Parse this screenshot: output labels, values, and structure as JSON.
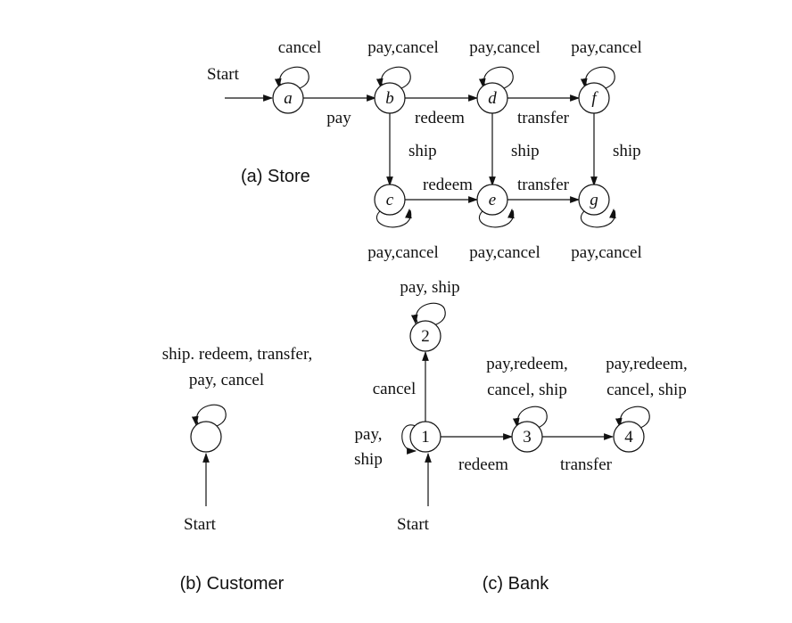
{
  "store": {
    "caption": "(a) Store",
    "start": "Start",
    "states": {
      "a": "a",
      "b": "b",
      "c": "c",
      "d": "d",
      "e": "e",
      "f": "f",
      "g": "g"
    },
    "loops": {
      "a": "cancel",
      "b": "pay,cancel",
      "d": "pay,cancel",
      "f": "pay,cancel",
      "c": "pay,cancel",
      "e": "pay,cancel",
      "g": "pay,cancel"
    },
    "edges": {
      "a_b": "pay",
      "b_d": "redeem",
      "d_f": "transfer",
      "b_c": "ship",
      "d_e": "ship",
      "f_g": "ship",
      "c_e": "redeem",
      "e_g": "transfer"
    }
  },
  "customer": {
    "caption": "(b) Customer",
    "start": "Start",
    "loop_line1": "ship. redeem, transfer,",
    "loop_line2": "pay, cancel"
  },
  "bank": {
    "caption": "(c) Bank",
    "start": "Start",
    "states": {
      "s1": "1",
      "s2": "2",
      "s3": "3",
      "s4": "4"
    },
    "loops": {
      "s1_line1": "pay,",
      "s1_line2": "ship",
      "s2": "pay, ship",
      "s3_line1": "pay,redeem,",
      "s3_line2": "cancel, ship",
      "s4_line1": "pay,redeem,",
      "s4_line2": "cancel, ship"
    },
    "edges": {
      "s1_s2": "cancel",
      "s1_s3": "redeem",
      "s3_s4": "transfer"
    }
  }
}
